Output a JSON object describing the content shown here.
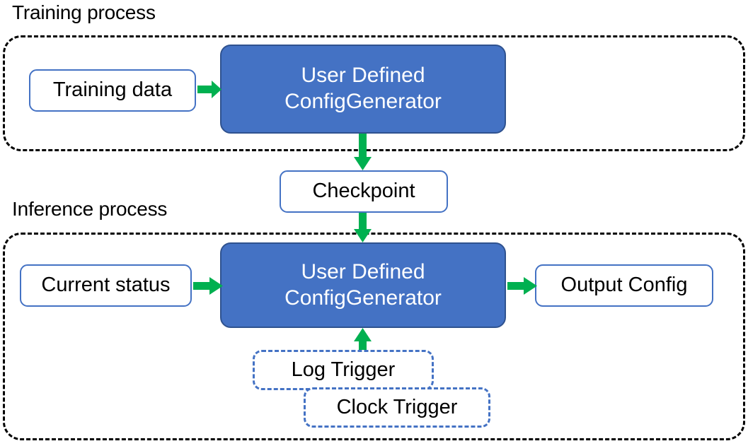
{
  "diagram": {
    "title_training": "Training process",
    "title_inference": "Inference process",
    "colors": {
      "arrow_green": "#00B050",
      "process_fill": "#4472C4",
      "process_border": "#2F528F",
      "plain_border": "#4472C4",
      "trigger_border": "#4472C4",
      "container_border": "#000000",
      "text_dark": "#000000",
      "text_light": "#FFFFFF"
    }
  },
  "training": {
    "caption": "Training process",
    "input_box": "Training data",
    "process_line1": "User Defined",
    "process_line2": "ConfigGenerator"
  },
  "checkpoint": {
    "label": "Checkpoint"
  },
  "inference": {
    "caption": "Inference process",
    "input_box": "Current status",
    "process_line1": "User Defined",
    "process_line2": "ConfigGenerator",
    "output_box": "Output Config",
    "triggers": [
      {
        "label": "Log Trigger"
      },
      {
        "label": "Clock Trigger"
      }
    ]
  }
}
